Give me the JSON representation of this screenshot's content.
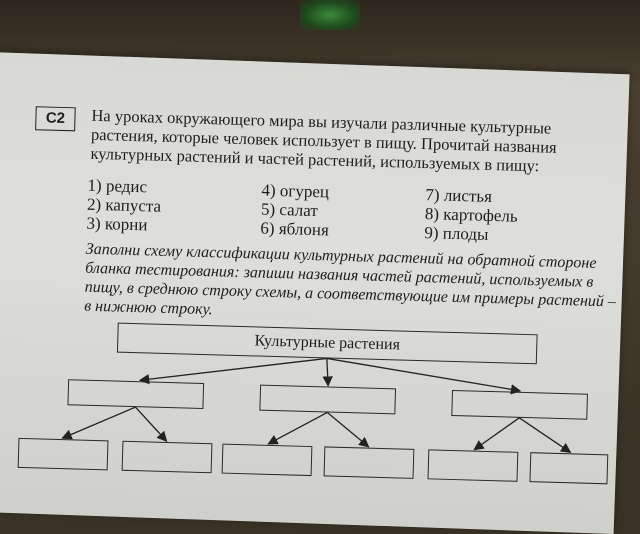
{
  "task": {
    "code": "C2",
    "intro": "На уроках окружающего мира вы изучали различные культурные растения, которые человек использует в пищу. Прочитай названия культурных растений и частей растений, используемых в пищу:",
    "items_col1": [
      "1) редис",
      "2) капуста",
      "3) корни"
    ],
    "items_col2": [
      "4) огурец",
      "5) салат",
      "6) яблоня"
    ],
    "items_col3": [
      "7) листья",
      "8) картофель",
      "9) плоды"
    ],
    "instruction": "Заполни схему классификации культурных растений на обратной стороне бланка тестирования: запиши названия частей растений, используемых в пищу, в среднюю строку схемы, а соответствующие им примеры растений – в нижнюю строку."
  },
  "scheme": {
    "root_label": "Культурные растения"
  }
}
